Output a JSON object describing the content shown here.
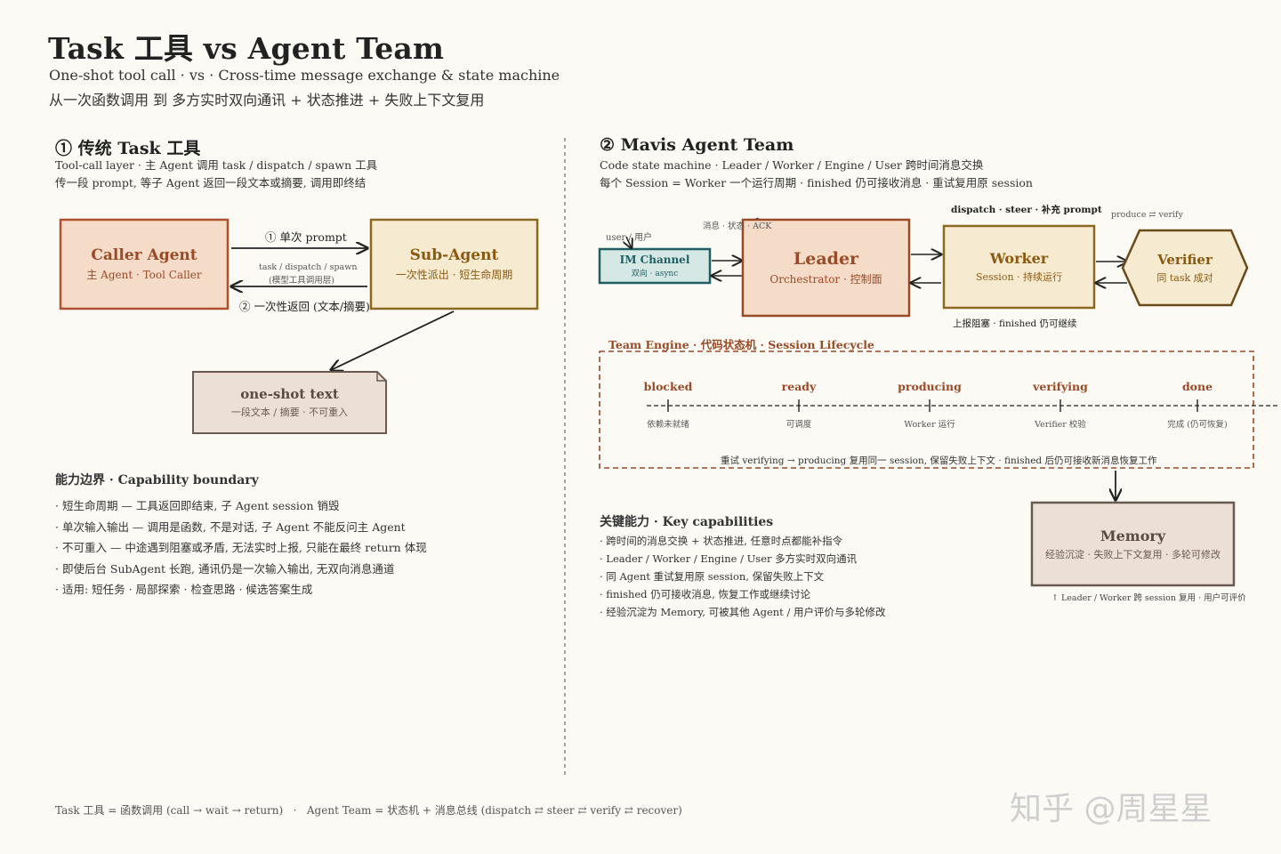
{
  "header": {
    "title": "Task 工具 vs Agent Team",
    "subtitle_en": "One-shot tool call · vs · Cross-time message exchange & state machine",
    "subtitle_cn": "从一次函数调用 到 多方实时双向通讯 + 状态推进 + 失败上下文复用"
  },
  "left": {
    "title": "① 传统 Task 工具",
    "desc1": "Tool-call layer · 主 Agent 调用 task / dispatch / spawn 工具",
    "desc2": "传一段 prompt, 等子 Agent 返回一段文本或摘要, 调用即终结",
    "caller": {
      "title": "Caller Agent",
      "sub": "主 Agent · Tool Caller"
    },
    "subagent": {
      "title": "Sub-Agent",
      "sub": "一次性派出 · 短生命周期"
    },
    "arrow_prompt": "① 单次 prompt",
    "arrow_mid1": "task / dispatch / spawn",
    "arrow_mid2": "(模型工具调用层)",
    "arrow_return": "② 一次性返回 (文本/摘要)",
    "oneshot": {
      "title": "one-shot text",
      "sub": "一段文本 / 摘要 · 不可重入"
    },
    "cap_title": "能力边界 · Capability boundary",
    "caps": [
      "· 短生命周期 — 工具返回即结束, 子 Agent session 销毁",
      "· 单次输入输出 — 调用是函数, 不是对话, 子 Agent 不能反问主 Agent",
      "· 不可重入 — 中途遇到阻塞或矛盾, 无法实时上报, 只能在最终 return 体现",
      "· 即使后台 SubAgent 长跑, 通讯仍是一次输入输出, 无双向消息通道",
      "· 适用: 短任务 · 局部探索 · 检查思路 · 候选答案生成"
    ]
  },
  "right": {
    "title": "② Mavis Agent Team",
    "desc1": "Code state machine · Leader / Worker / Engine / User 跨时间消息交换",
    "desc2": "每个 Session = Worker 一个运行周期 · finished 仍可接收消息 · 重试复用原 session",
    "user_label": "user / 用户",
    "im": {
      "title": "IM Channel",
      "sub": "双向 · async"
    },
    "msg_label": "消息 · 状态 · ACK",
    "leader": {
      "title": "Leader",
      "sub": "Orchestrator · 控制面"
    },
    "dispatch_label": "dispatch · steer · 补充 prompt",
    "worker": {
      "title": "Worker",
      "sub": "Session · 持续运行"
    },
    "report_label": "上报阻塞 · finished 仍可继续",
    "produce_label": "produce ⇄ verify",
    "verifier": {
      "title": "Verifier",
      "sub": "同 task 成对"
    },
    "engine_title": "Team Engine · 代码状态机 · Session Lifecycle",
    "states": [
      {
        "name": "blocked",
        "sub": "依赖未就绪"
      },
      {
        "name": "ready",
        "sub": "可调度"
      },
      {
        "name": "producing",
        "sub": "Worker 运行"
      },
      {
        "name": "verifying",
        "sub": "Verifier 校验"
      },
      {
        "name": "done",
        "sub": "完成 (仍可恢复)"
      }
    ],
    "engine_note": "重试 verifying → producing 复用同一 session, 保留失败上下文 · finished 后仍可接收新消息恢复工作",
    "cap_title": "关键能力 · Key capabilities",
    "caps": [
      "· 跨时间的消息交换 + 状态推进, 任意时点都能补指令",
      "· Leader / Worker / Engine / User 多方实时双向通讯",
      "· 同 Agent 重试复用原 session, 保留失败上下文",
      "· finished 仍可接收消息, 恢复工作或继续讨论",
      "· 经验沉淀为 Memory, 可被其他 Agent / 用户评价与多轮修改"
    ],
    "memory": {
      "title": "Memory",
      "sub": "经验沉淀 · 失败上下文复用 · 多轮可修改"
    },
    "memory_note": "↑ Leader / Worker 跨 session 复用 · 用户可评价"
  },
  "footer": "Task 工具 = 函数调用 (call → wait → return)   ·   Agent Team = 状态机 + 消息总线 (dispatch ⇄ steer ⇄ verify ⇄ recover)",
  "watermark": "知乎 @周星星",
  "colors": {
    "caller_fill": "#f4dcc9",
    "caller_stroke": "#b0502e",
    "subagent_fill": "#f6ead0",
    "subagent_stroke": "#8a6a22",
    "oneshot_fill": "#ece0d6",
    "oneshot_stroke": "#6b5a52",
    "im_fill": "#d6e8e4",
    "im_stroke": "#1f5f63",
    "leader_fill": "#f4dcc9",
    "leader_stroke": "#9a4a26",
    "accent": "#9a4a26"
  }
}
